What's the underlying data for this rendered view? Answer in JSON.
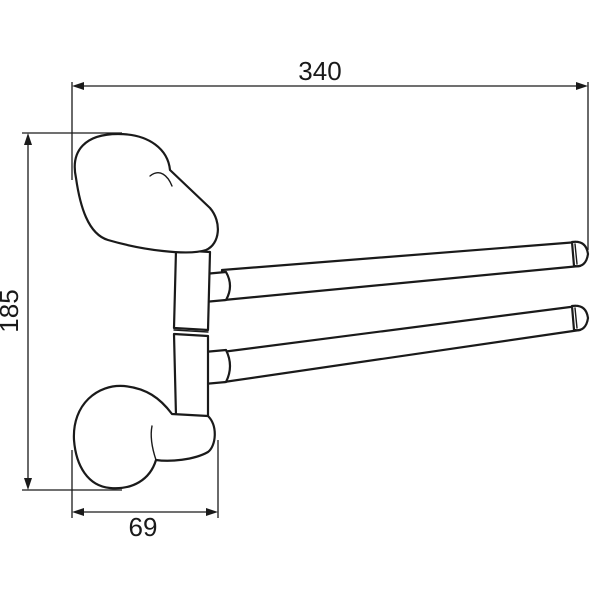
{
  "dimensions": {
    "overall_width": "340",
    "overall_height": "185",
    "depth": "69"
  },
  "colors": {
    "line": "#1a1a1a",
    "background": "#ffffff"
  }
}
